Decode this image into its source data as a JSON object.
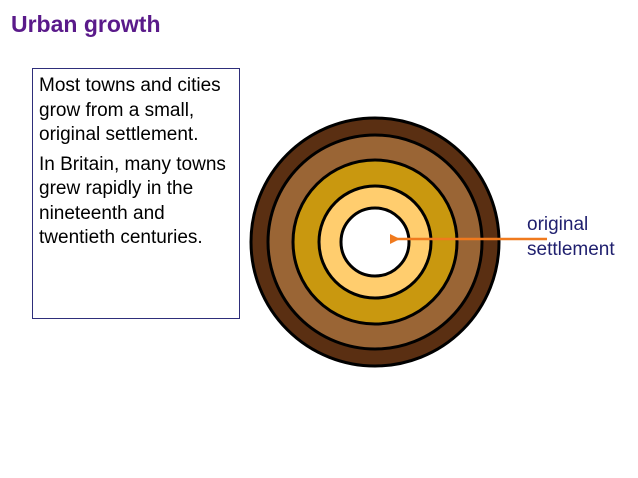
{
  "slide": {
    "title": "Urban growth",
    "paragraphs": [
      "Most towns and cities grow from a small, original settlement.",
      "In Britain, many towns grew rapidly in the nineteenth and twentieth centuries."
    ],
    "label_lines": [
      "original",
      "settlement"
    ]
  },
  "colors": {
    "title": "#5a1a8a",
    "label": "#1f1f6e",
    "arrow": "#f07a1e",
    "ring_outline": "#000000",
    "rings": [
      "#5a2f12",
      "#9a6535",
      "#c9980f",
      "#ffcd6e",
      "#ffffff"
    ]
  }
}
